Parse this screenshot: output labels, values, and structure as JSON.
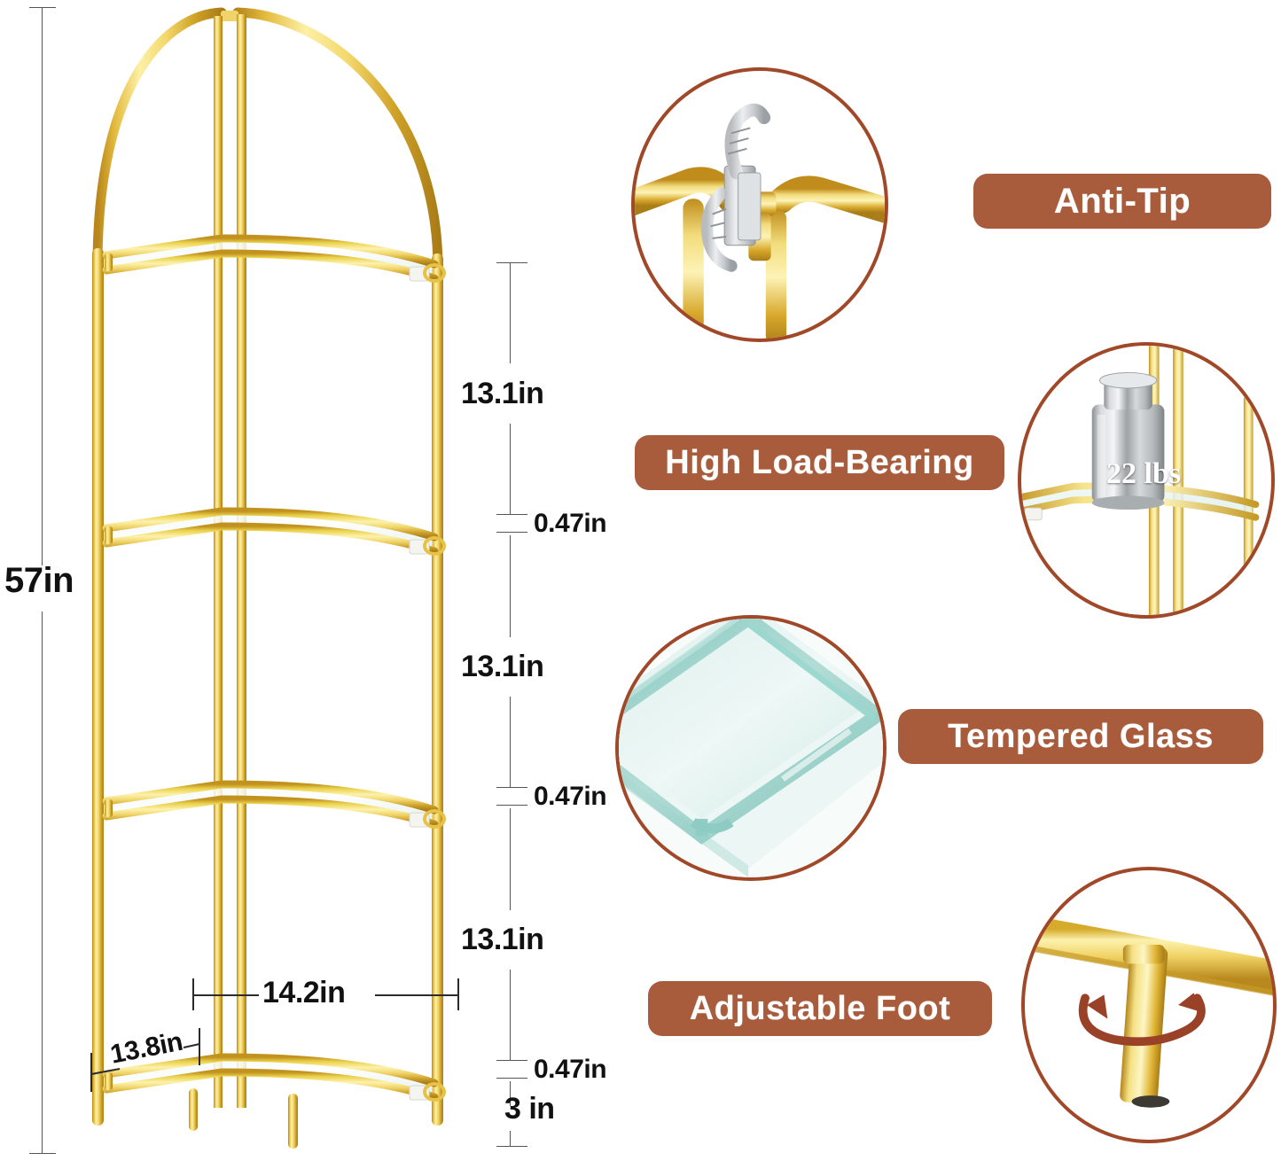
{
  "product": {
    "type": "5-tier arched corner glass shelf / bookshelf",
    "frame_color_name": "gold",
    "shelf_material": "tempered glass"
  },
  "colors": {
    "pill_background": "#a85c3c",
    "pill_text": "#ffffff",
    "oval_stroke": "#a04828",
    "dimension_text": "#111111",
    "gold_light": "#fcefa5",
    "gold_mid": "#e8c246",
    "gold_dark": "#b2831a",
    "glass_tint": "#d6ecea",
    "background": "#ffffff",
    "arrow_brown": "#9a4228"
  },
  "dimensions": {
    "overall_height": "57in",
    "shelf_width": "14.2in",
    "shelf_depth": "13.8in",
    "tier_gap_1": "13.1in",
    "tier_gap_2": "13.1in",
    "tier_gap_3": "13.1in",
    "glass_thickness_1": "0.47in",
    "glass_thickness_2": "0.47in",
    "glass_thickness_3": "0.47in",
    "bottom_clearance": "3 in"
  },
  "features": [
    {
      "id": "anti-tip",
      "label": "Anti-Tip",
      "detail_caption": "metal anti-tip strap clamped to gold frame tubes"
    },
    {
      "id": "high-load-bearing",
      "label": "High Load-Bearing",
      "weight_label": "22 lbs",
      "detail_caption": "chrome calibration weight resting on a glass shelf"
    },
    {
      "id": "tempered-glass",
      "label": "Tempered Glass",
      "detail_caption": "stacked tempered glass panels with rounded polished edges"
    },
    {
      "id": "adjustable-foot",
      "label": "Adjustable Foot",
      "detail_caption": "gold leveling foot with rotation arrow"
    }
  ]
}
